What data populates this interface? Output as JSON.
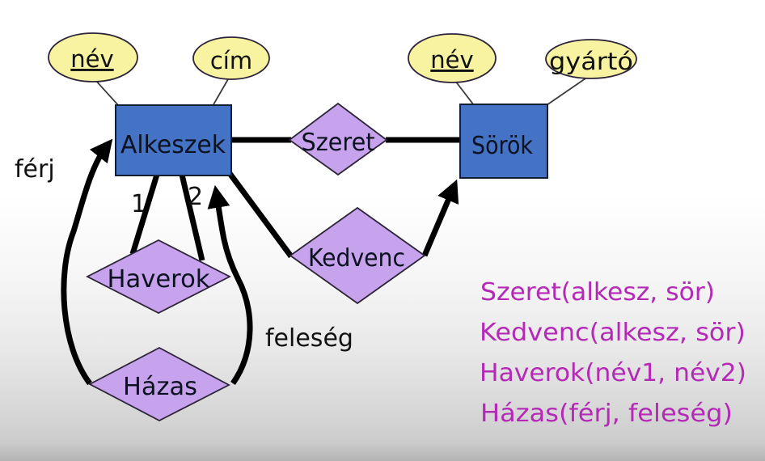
{
  "diagram": {
    "entities": {
      "alkeszek": "Alkeszek",
      "sorok": "Sörök"
    },
    "attributes": {
      "alkeszek_nev": "név",
      "alkeszek_cim": "cím",
      "sorok_nev": "név",
      "sorok_gyarto": "gyártó"
    },
    "relationships": {
      "szeret": "Szeret",
      "kedvenc": "Kedvenc",
      "haverok": "Haverok",
      "hazas": "Házas"
    },
    "edge_labels": {
      "ferj": "férj",
      "feleseg": "feleség",
      "n1": "1",
      "n2": "2"
    }
  },
  "schema_list": {
    "lines": [
      "Szeret(alkesz, sör)",
      "Kedvenc(alkesz, sör)",
      "Haverok(név1, név2)",
      "Házas(férj, feleség)"
    ]
  },
  "colors": {
    "entity_fill": "#4472c4",
    "attribute_fill": "#f7f3a1",
    "relationship_fill": "#c6a3ec",
    "schema_text": "#b429b6",
    "connector": "#000000"
  }
}
